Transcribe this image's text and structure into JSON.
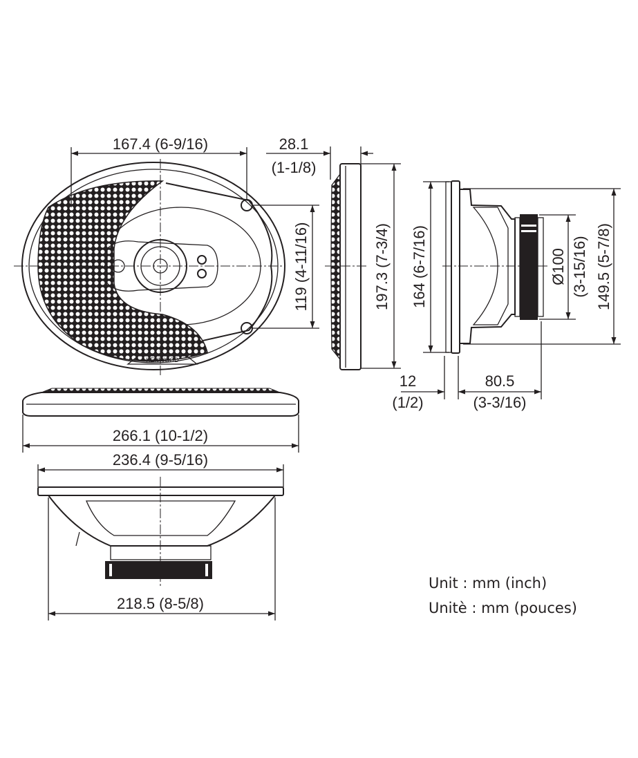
{
  "dimensions": {
    "grille_width": "167.4 (6-9/16)",
    "depth_mm": "28.1",
    "depth_in": "(1-1/8)",
    "hole_spacing": "119 (4-11/16)",
    "height_total": "197.3 (7-3/4)",
    "frame_height": "164 (6-7/16)",
    "magnet_dia_mm": "Ø100",
    "magnet_dia_in": "(3-15/16)",
    "basket_height": "149.5 (5-7/8)",
    "flange_mm": "12",
    "flange_in": "(1/2)",
    "mount_depth_mm": "80.5",
    "mount_depth_in": "(3-3/16)",
    "overall_width": "266.1 (10-1/2)",
    "frame_width": "236.4 (9-5/16)",
    "basket_width": "218.5 (8-5/8)"
  },
  "brand_logo": "KENWOOD",
  "units": {
    "en": "Unit : mm (inch)",
    "fr": "Unitè : mm (pouces)"
  }
}
